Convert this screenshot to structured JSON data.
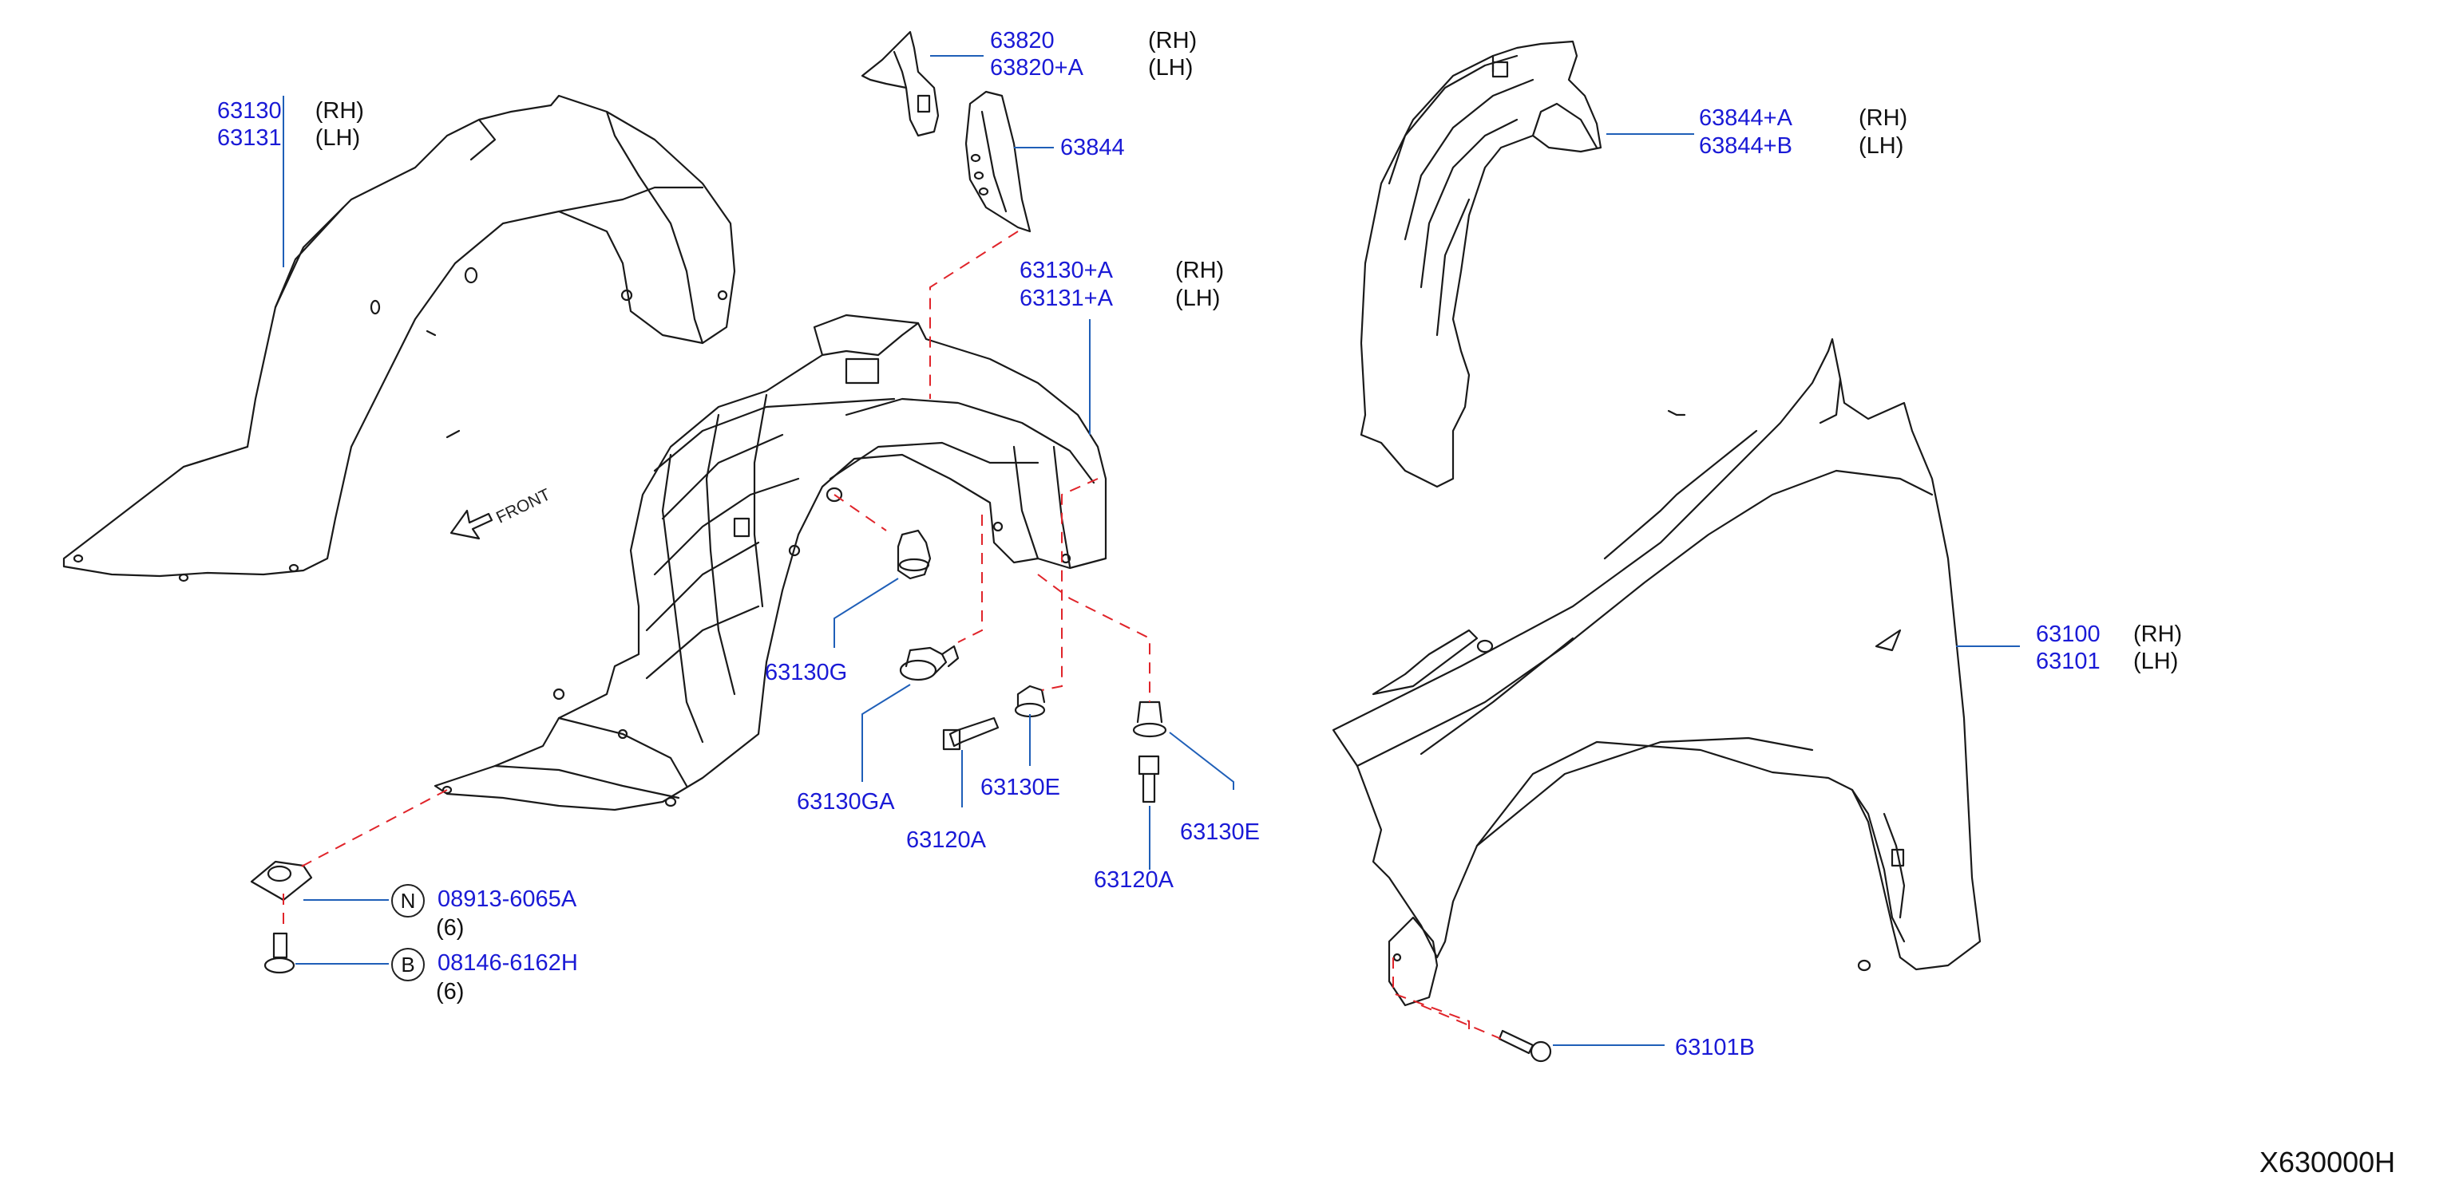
{
  "callouts": [
    {
      "pn": "63130",
      "side": "(RH)"
    },
    {
      "pn": "63131",
      "side": "(LH)"
    },
    {
      "pn": "63820",
      "side": "(RH)"
    },
    {
      "pn": "63820+A",
      "side": "(LH)"
    },
    {
      "pn": "63844"
    },
    {
      "pn": "63130+A",
      "side": "(RH)"
    },
    {
      "pn": "63131+A",
      "side": "(LH)"
    },
    {
      "pn": "63844+A",
      "side": "(RH)"
    },
    {
      "pn": "63844+B",
      "side": "(LH)"
    },
    {
      "pn": "63130G"
    },
    {
      "pn": "63130GA"
    },
    {
      "pn": "63130E"
    },
    {
      "pn": "63120A"
    },
    {
      "pn": "63130E"
    },
    {
      "pn": "63120A"
    },
    {
      "pn": "63100",
      "side": "(RH)"
    },
    {
      "pn": "63101",
      "side": "(LH)"
    },
    {
      "pn": "63101B"
    }
  ],
  "fasteners": [
    {
      "badge": "N",
      "pn": "08913-6065A",
      "qty": "(6)"
    },
    {
      "badge": "B",
      "pn": "08146-6162H",
      "qty": "(6)"
    }
  ],
  "direction_label": "FRONT",
  "diagram_ref": "X630000H",
  "colors": {
    "part_number": "#1a1ad6",
    "leader": "#1f5fb8",
    "phantom": "#e0242a",
    "outline": "#1a1a1a"
  }
}
